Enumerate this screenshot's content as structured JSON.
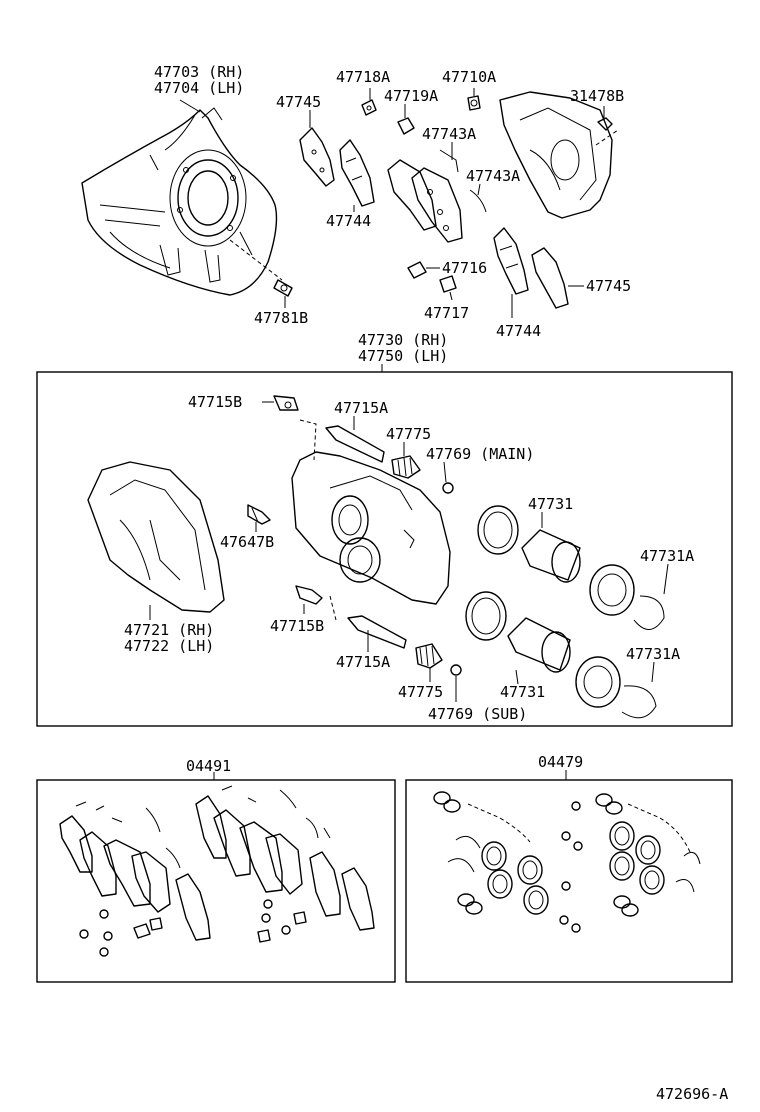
{
  "labels": {
    "l47703": "47703 (RH)",
    "l47704": "47704 (LH)",
    "l47781B": "47781B",
    "l47745_a": "47745",
    "l47744_a": "47744",
    "l47718A": "47718A",
    "l47719A": "47719A",
    "l47710A": "47710A",
    "l31478B": "31478B",
    "l47743A_1": "47743A",
    "l47743A_2": "47743A",
    "l47716": "47716",
    "l47717": "47717",
    "l47744_b": "47744",
    "l47745_b": "47745",
    "l47730": "47730 (RH)",
    "l47750": "47750 (LH)",
    "l47715B_top": "47715B",
    "l47715A_top": "47715A",
    "l47775_top": "47775",
    "l47769_main": "47769 (MAIN)",
    "l47731_top": "47731",
    "l47731A_top": "47731A",
    "l47647B": "47647B",
    "l47721": "47721 (RH)",
    "l47722": "47722 (LH)",
    "l47715B_bot": "47715B",
    "l47715A_bot": "47715A",
    "l47775_bot": "47775",
    "l47769_sub": "47769 (SUB)",
    "l47731_bot": "47731",
    "l47731A_bot": "47731A",
    "l04491": "04491",
    "l04479": "04479",
    "ref": "472696-A"
  }
}
